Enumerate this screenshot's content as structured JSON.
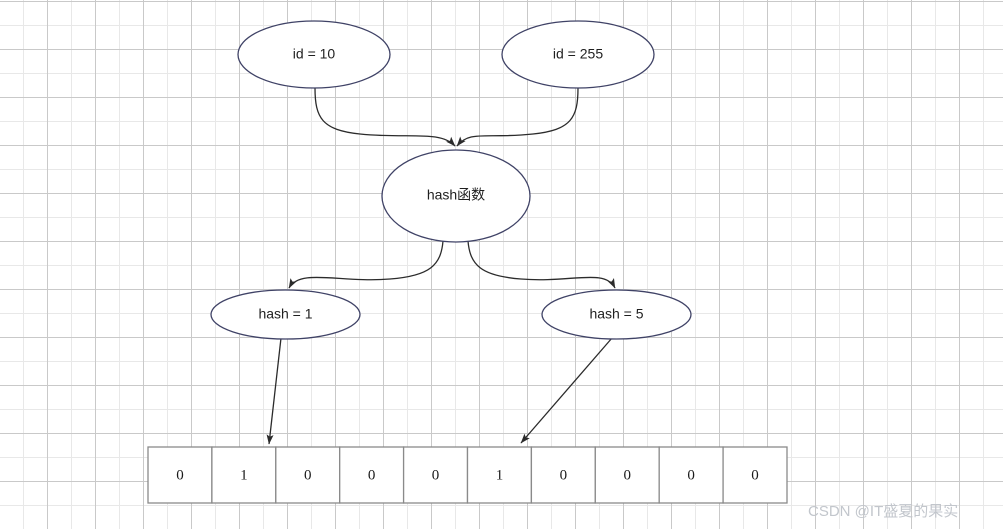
{
  "diagram": {
    "title": "hash function bitmap diagram",
    "colors": {
      "ellipse_stroke": "#3f4266",
      "edge_stroke": "#2b2b2b",
      "cell_stroke": "#8a8a8a",
      "text": "#1f1f1f",
      "grid_minor": "#e8e8e8",
      "grid_major": "#c9c9c9",
      "background": "#ffffff",
      "watermark": "#c2c6cc"
    },
    "inputs": [
      {
        "id": "input-id-10",
        "label": "id = 10"
      },
      {
        "id": "input-id-255",
        "label": "id = 255"
      }
    ],
    "function_node": {
      "id": "hash-function",
      "label": "hash函数"
    },
    "outputs": [
      {
        "id": "output-hash-1",
        "label": "hash = 1",
        "index": 1
      },
      {
        "id": "output-hash-5",
        "label": "hash = 5",
        "index": 5
      }
    ],
    "bit_array": {
      "name": "bitmap",
      "cells": [
        "0",
        "1",
        "0",
        "0",
        "0",
        "1",
        "0",
        "0",
        "0",
        "0"
      ]
    }
  },
  "watermark": {
    "text": "CSDN @IT盛夏的果实"
  }
}
